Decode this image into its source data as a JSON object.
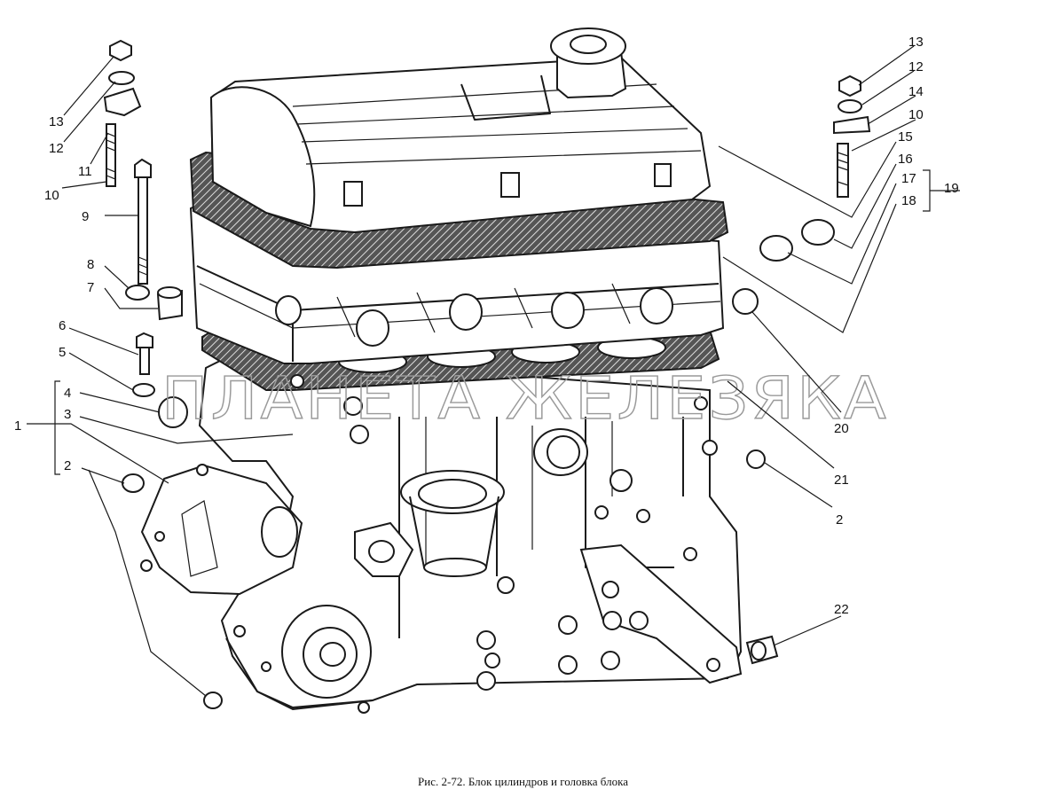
{
  "watermark": "ПЛАНЕТА ЖЕЛЕЗЯКА",
  "caption": "Рис. 2-72. Блок цилиндров и головка блока",
  "callouts": [
    "1",
    "2",
    "3",
    "4",
    "5",
    "6",
    "7",
    "8",
    "9",
    "10",
    "11",
    "12",
    "13",
    "14",
    "15",
    "16",
    "17",
    "18",
    "19",
    "20",
    "21",
    "22"
  ]
}
